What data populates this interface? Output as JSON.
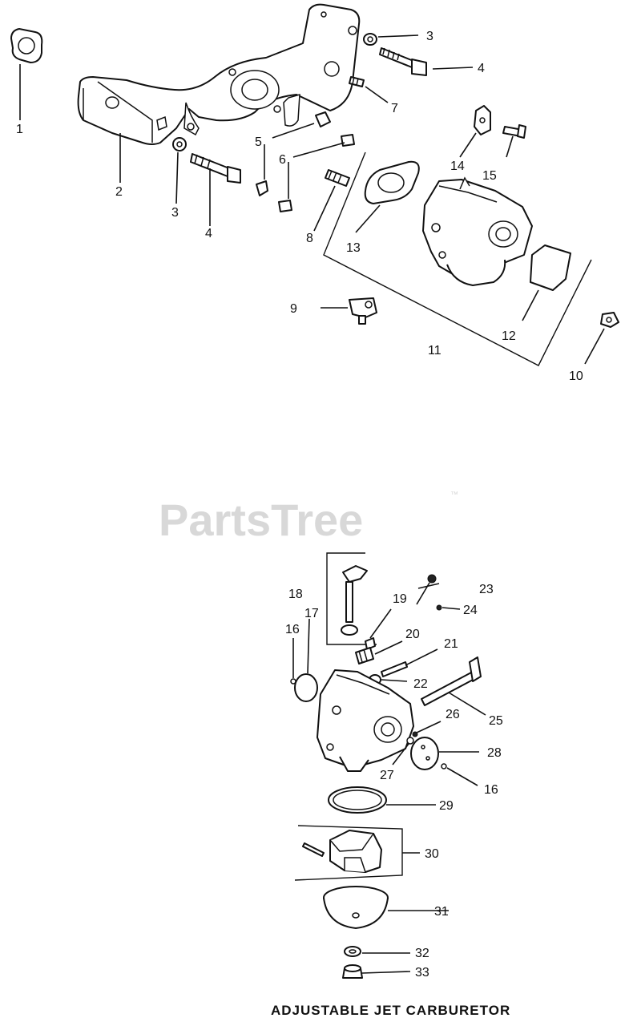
{
  "diagram": {
    "watermark": "PartsTree",
    "watermark_tm": "™",
    "caption": "ADJUSTABLE JET CARBURETOR",
    "callouts": {
      "c1": "1",
      "c2": "2",
      "c3a": "3",
      "c3b": "3",
      "c4a": "4",
      "c4b": "4",
      "c5": "5",
      "c6": "6",
      "c7": "7",
      "c8": "8",
      "c9": "9",
      "c10": "10",
      "c11": "11",
      "c12": "12",
      "c13": "13",
      "c14": "14",
      "c15": "15",
      "c16a": "16",
      "c16b": "16",
      "c17": "17",
      "c18": "18",
      "c19": "19",
      "c20": "20",
      "c21": "21",
      "c22": "22",
      "c23": "23",
      "c24": "24",
      "c25": "25",
      "c26": "26",
      "c27": "27",
      "c28": "28",
      "c29": "29",
      "c30": "30",
      "c31": "31",
      "c32": "32",
      "c33": "33"
    }
  }
}
